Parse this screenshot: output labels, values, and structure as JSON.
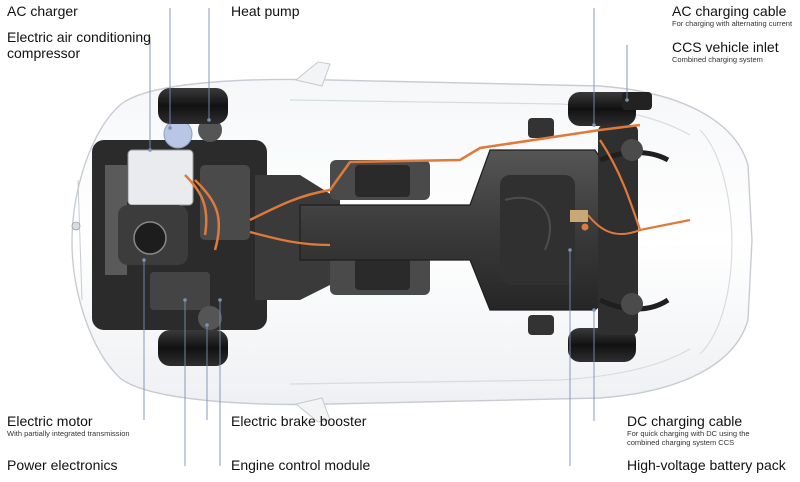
{
  "labels": {
    "ac_charger": {
      "title": "AC charger"
    },
    "ac_compressor": {
      "title_line1": "Electric air conditioning",
      "title_line2": "compressor"
    },
    "heat_pump": {
      "title": "Heat pump"
    },
    "ac_cable": {
      "title": "AC charging cable",
      "sub": "For charging with alternating current"
    },
    "ccs_inlet": {
      "title": "CCS vehicle inlet",
      "sub": "Combined charging system"
    },
    "electric_motor": {
      "title": "Electric motor",
      "sub": "With partially integrated transmission"
    },
    "brake_booster": {
      "title": "Electric brake booster"
    },
    "dc_cable": {
      "title": "DC charging cable",
      "sub_line1": "For quick charging with DC using the",
      "sub_line2": "combined charging system CCS"
    },
    "power_electronics": {
      "title": "Power electronics"
    },
    "engine_control": {
      "title": "Engine control module"
    },
    "battery_pack": {
      "title": "High-voltage battery pack"
    }
  },
  "colors": {
    "leader": "#7b8fb8",
    "cable": "#e07a3a",
    "frame": "#2a2a2a",
    "body_outline": "#cfd3d8",
    "battery": "#3a3a3a",
    "tire": "#1c1c1c"
  }
}
